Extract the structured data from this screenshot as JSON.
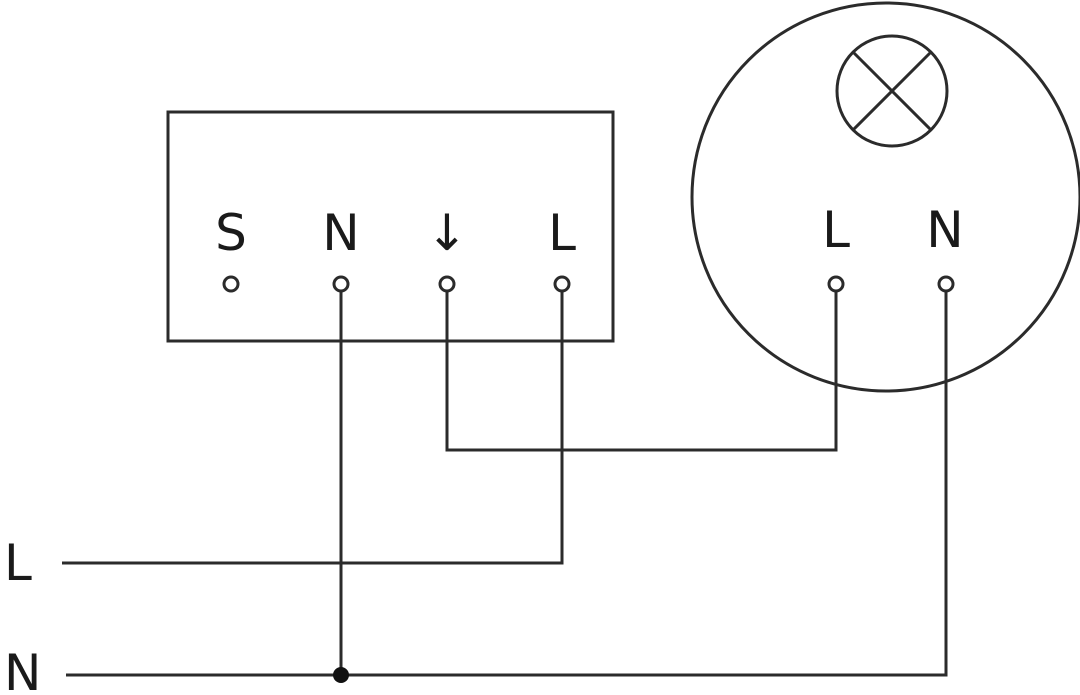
{
  "colors": {
    "line": "#2b2b2b",
    "text": "#1a1a1a",
    "background": "#ffffff"
  },
  "controller": {
    "terminals": {
      "s": "S",
      "n": "N",
      "out": "↓",
      "l": "L"
    }
  },
  "luminaire": {
    "lamp_symbol": "lamp-icon",
    "terminals": {
      "l": "L",
      "n": "N"
    }
  },
  "supply": {
    "line_label": "L",
    "neutral_label": "N"
  }
}
